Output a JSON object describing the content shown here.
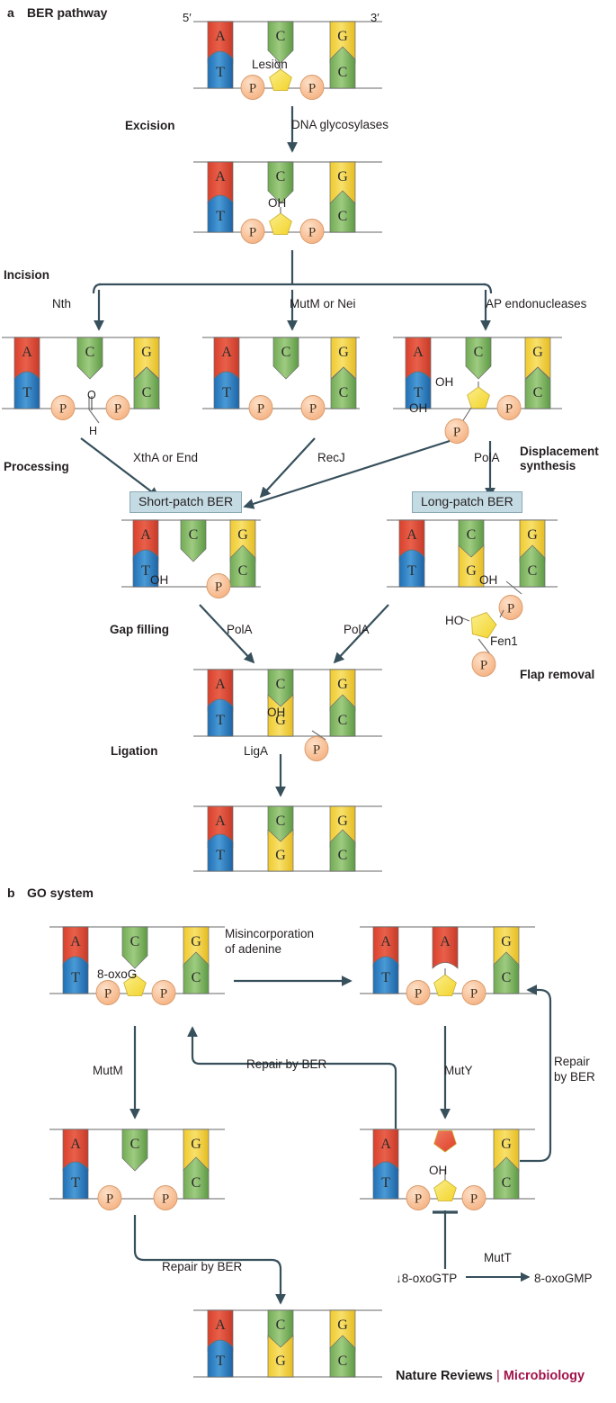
{
  "figure": {
    "credit_journal": "Nature Reviews",
    "credit_sep": "|",
    "credit_topic": "Microbiology"
  },
  "panels": [
    {
      "letter": "a",
      "title": "BER pathway"
    },
    {
      "letter": "b",
      "title": "GO system"
    }
  ],
  "panel_a": {
    "step_labels": [
      "Excision",
      "Incision",
      "Processing",
      "Gap filling",
      "Ligation"
    ],
    "right_labels": [
      "Displacement\nsynthesis",
      "Flap removal"
    ],
    "displacement_line1": "Displacement",
    "displacement_line2": "synthesis",
    "flap_removal": "Flap removal",
    "end_labels": {
      "five_prime": "5′",
      "three_prime": "3′"
    },
    "enzymes": {
      "glycosylases": "DNA glycosylases",
      "nth": "Nth",
      "mutm_nei": "MutM or Nei",
      "ap_endo": "AP endonucleases",
      "xtha_end": "XthA or End",
      "recj": "RecJ",
      "pola_right": "PolA",
      "pola_left_gap": "PolA",
      "pola_right_gap": "PolA",
      "liga": "LigA",
      "fen1": "Fen1"
    },
    "box_labels": {
      "short_patch": "Short-patch BER",
      "long_patch": "Long-patch BER"
    },
    "chemistry": {
      "lesion": "Lesion",
      "oh": "OH",
      "ho": "HO",
      "o": "O",
      "h": "H",
      "p": "P"
    },
    "duplexes": {
      "d1": {
        "top": [
          "A",
          "C",
          "G"
        ],
        "bottom": [
          "T",
          "",
          "C"
        ],
        "note": "Lesion pentagon with P on each side"
      },
      "d2": {
        "top": [
          "A",
          "C",
          "G"
        ],
        "bottom": [
          "T",
          "",
          "C"
        ],
        "note": "AP site pentagon with OH above, P on each side"
      },
      "d3_nth": {
        "top": [
          "A",
          "C",
          "G"
        ],
        "bottom": [
          "T",
          "",
          "C"
        ],
        "note": "beta-elimination, O and H aldehyde between two P"
      },
      "d3_mutm": {
        "top": [
          "A",
          "C",
          "G"
        ],
        "bottom": [
          "T",
          "",
          "C"
        ],
        "note": "beta-delta elimination, gap between two P"
      },
      "d3_ap": {
        "top": [
          "A",
          "C",
          "G"
        ],
        "bottom": [
          "T",
          "",
          "C"
        ],
        "note": "incised AP site, OH on left, pentagon with OH, P below-left and P right"
      },
      "d4_short": {
        "top": [
          "A",
          "C",
          "G"
        ],
        "bottom": [
          "T",
          "",
          "C"
        ],
        "note": "OH on 3' side of T, free P before C"
      },
      "d4_long": {
        "top": [
          "A",
          "C",
          "G"
        ],
        "bottom": [
          "T",
          "G",
          "C"
        ],
        "note": "displaced flap: OH then P-sugar-P with HO and Fen1"
      },
      "d5_gapfilled": {
        "top": [
          "A",
          "C",
          "G"
        ],
        "bottom": [
          "T",
          "G",
          "C"
        ],
        "note": "nick: OH and P"
      },
      "d6_ligated": {
        "top": [
          "A",
          "C",
          "G"
        ],
        "bottom": [
          "T",
          "G",
          "C"
        ],
        "note": "sealed duplex"
      }
    }
  },
  "panel_b": {
    "enzymes": {
      "mutm": "MutM",
      "muty": "MutY",
      "mutt": "MutT"
    },
    "annotations": {
      "misincorporation_l1": "Misincorporation",
      "misincorporation_l2": "of adenine",
      "repair_by_ber": "Repair by BER",
      "repair_by_ber_right_l1": "Repair",
      "repair_by_ber_right_l2": "by BER",
      "repair_by_ber_bottom": "Repair by BER",
      "oxo_g": "8-oxoG",
      "oxo_gtp": "↓8-oxoGTP",
      "oxo_gmp": "8-oxoGMP",
      "oh": "OH",
      "p": "P"
    },
    "duplexes": {
      "b1": {
        "top": [
          "A",
          "C",
          "G"
        ],
        "bottom": [
          "T",
          "",
          "C"
        ],
        "note": "8-oxoG yellow pentagon paired with C, flanked by P"
      },
      "b2": {
        "top": [
          "A",
          "A",
          "G"
        ],
        "bottom": [
          "T",
          "",
          "C"
        ],
        "note": "adenine misincorporated opposite 8-oxoG pentagon"
      },
      "b3": {
        "top": [
          "A",
          "C",
          "G"
        ],
        "bottom": [
          "T",
          "",
          "C"
        ],
        "note": "AP site after MutM, gap with two P"
      },
      "b4": {
        "top": [
          "A",
          "",
          "G"
        ],
        "bottom": [
          "T",
          "",
          "C"
        ],
        "note": "red pentagon AP site with OH, 8-oxoG pentagon below flanked by P"
      },
      "b5": {
        "top": [
          "A",
          "C",
          "G"
        ],
        "bottom": [
          "T",
          "G",
          "C"
        ],
        "note": "fully repaired duplex"
      }
    }
  },
  "colors": {
    "adenine": "#e04a33",
    "thymine": "#2f80c2",
    "cytosine": "#7cb15e",
    "guanine": "#f5d33d",
    "phosphate": "#f7c49a",
    "sugar": "#f7df55",
    "ap_red": "#e8523b",
    "strand": "#9a9a9a",
    "arrow": "#37505c",
    "box_fill": "#c5dbe4",
    "box_stroke": "#8aa9b5",
    "accent": "#a1134a",
    "text": "#231f20"
  }
}
